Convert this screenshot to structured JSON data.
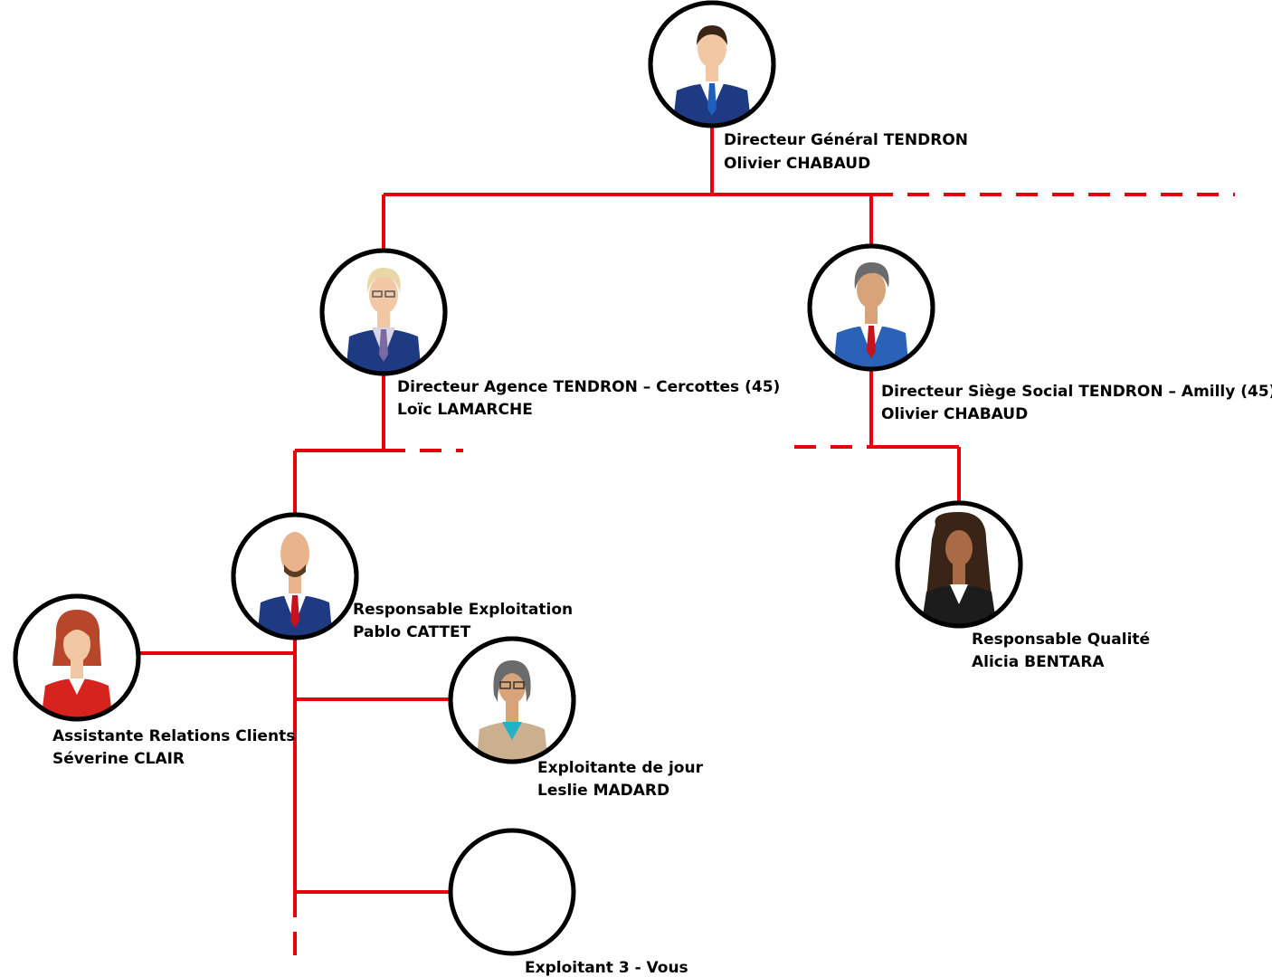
{
  "colors": {
    "connector": "#e8000b",
    "circle_stroke": "#000000",
    "suit_navy": "#1d3a82",
    "suit_blue": "#2a62b8",
    "skin_light": "#f2c8a4",
    "skin_tan": "#d9a37a",
    "skin_brown": "#a86b45",
    "hair_dark": "#3a2418",
    "hair_blond": "#e9d7a8",
    "hair_grey": "#6b6b6b",
    "hair_red": "#b8462a",
    "tie_red": "#c5121c",
    "tie_blue": "#1f5fbf",
    "tie_purple": "#7a6aa0",
    "jacket_red": "#d6231e",
    "jacket_beige": "#cbb08f",
    "shirt_teal": "#1fb3c7",
    "jacket_black": "#1c1c1c"
  },
  "nodes": {
    "dg": {
      "title": "Directeur Général TENDRON",
      "name": "Olivier CHABAUD",
      "avatar": "businessman-avatar-icon"
    },
    "agence": {
      "title": "Directeur Agence TENDRON – Cercottes (45)",
      "name": "Loïc LAMARCHE",
      "avatar": "blond-man-glasses-avatar-icon"
    },
    "siege": {
      "title": "Directeur Siège Social TENDRON – Amilly (45)",
      "name": "Olivier CHABAUD",
      "avatar": "grey-haired-man-avatar-icon"
    },
    "exploitation": {
      "title": "Responsable Exploitation",
      "name": "Pablo CATTET",
      "avatar": "bald-bearded-man-avatar-icon"
    },
    "qualite": {
      "title": "Responsable Qualité",
      "name": "Alicia BENTARA",
      "avatar": "long-haired-woman-avatar-icon"
    },
    "assistante": {
      "title": "Assistante Relations Clients",
      "name": "Séverine CLAIR",
      "avatar": "red-haired-woman-avatar-icon"
    },
    "jour": {
      "title": "Exploitante de jour",
      "name": "Leslie MADARD",
      "avatar": "woman-glasses-avatar-icon"
    },
    "vous": {
      "title": "Exploitant 3 - Vous",
      "avatar": "empty-avatar-circle"
    }
  }
}
